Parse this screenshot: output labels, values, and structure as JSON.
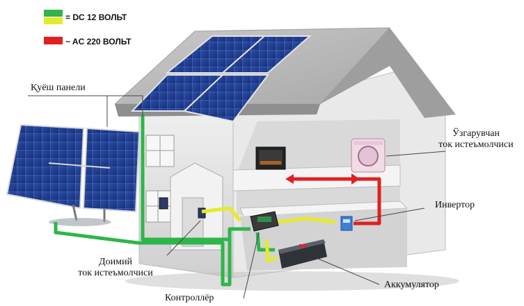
{
  "legend": {
    "dc": {
      "text": "= DC 12 ВОЛЬТ",
      "colors": [
        "#2fb54a",
        "#e6ea2a"
      ]
    },
    "ac": {
      "text": "~ AC 220 ВОЛЬТ",
      "color": "#e02020"
    }
  },
  "labels": {
    "solar_panel": "Қуёш панели",
    "ac_consumer_line1": "Ўзгарувчан",
    "ac_consumer_line2": "ток истеъмолчиси",
    "inverter": "Инвертор",
    "dc_consumer_line1": "Доимий",
    "dc_consumer_line2": "ток истеъмолчиси",
    "battery": "Аккумулятор",
    "controller": "Контроллёр"
  },
  "icons": [
    "solar-panel-icon",
    "house-icon",
    "tv-icon",
    "washing-machine-icon",
    "inverter-icon",
    "controller-icon",
    "battery-icon",
    "lamp-icon"
  ]
}
